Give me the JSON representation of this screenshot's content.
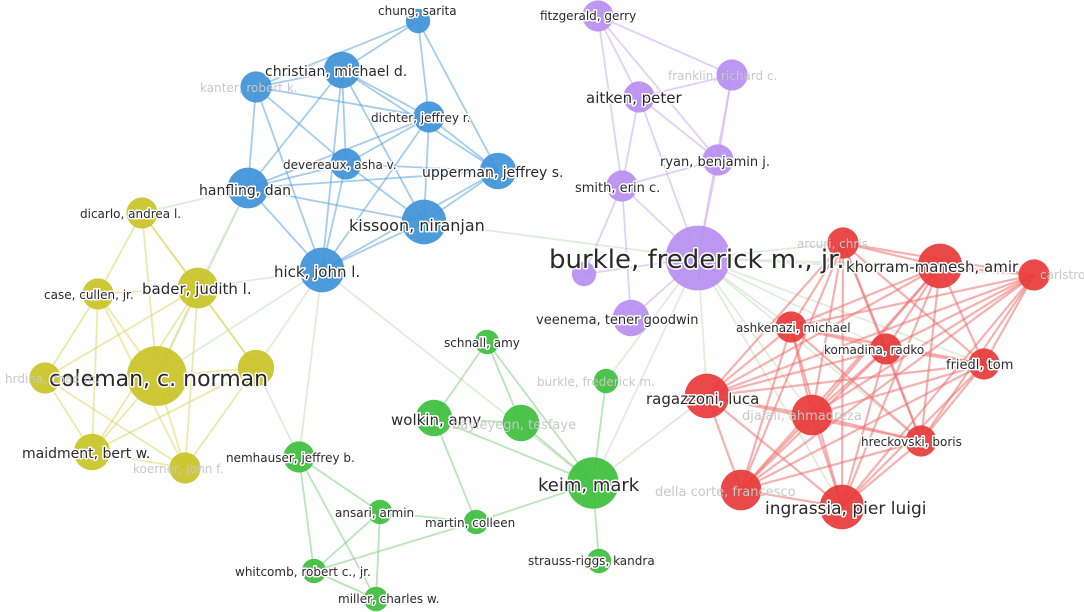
{
  "clusters": {
    "blue": {
      "node": "#3f93d8",
      "edge": "#5aa3e0"
    },
    "purple": {
      "node": "#b78ef0",
      "edge": "#c9a9f3"
    },
    "yellow": {
      "node": "#c9c326",
      "edge": "#dcd765"
    },
    "green": {
      "node": "#3dbf3d",
      "edge": "#7fd27f"
    },
    "red": {
      "node": "#e83a3a",
      "edge": "#ee6f6f"
    }
  },
  "label_colors": {
    "normal": "#2a2a2a",
    "faint": "#c8c8c8"
  },
  "nodes": [
    {
      "id": "chung",
      "label": "chung, sarita",
      "cluster": "blue",
      "weight": 1
    },
    {
      "id": "christian",
      "label": "christian, michael d.",
      "cluster": "blue",
      "weight": 3
    },
    {
      "id": "kanter",
      "label": "kanter, robert k.",
      "cluster": "blue",
      "weight": 2,
      "faint": true
    },
    {
      "id": "dichter",
      "label": "dichter, jeffrey r.",
      "cluster": "blue",
      "weight": 2
    },
    {
      "id": "devereaux",
      "label": "devereaux, asha v.",
      "cluster": "blue",
      "weight": 2
    },
    {
      "id": "upperman",
      "label": "upperman, jeffrey s.",
      "cluster": "blue",
      "weight": 3
    },
    {
      "id": "hanfling",
      "label": "hanfling, dan",
      "cluster": "blue",
      "weight": 4
    },
    {
      "id": "kissoon",
      "label": "kissoon, niranjan",
      "cluster": "blue",
      "weight": 5
    },
    {
      "id": "hick",
      "label": "hick, john l.",
      "cluster": "blue",
      "weight": 5
    },
    {
      "id": "fitzgerald",
      "label": "fitzgerald, gerry",
      "cluster": "purple",
      "weight": 2
    },
    {
      "id": "franklin",
      "label": "franklin, richard c.",
      "cluster": "purple",
      "weight": 2,
      "faint": true
    },
    {
      "id": "aitken",
      "label": "aitken, peter",
      "cluster": "purple",
      "weight": 2
    },
    {
      "id": "ryan",
      "label": "ryan, benjamin j.",
      "cluster": "purple",
      "weight": 2
    },
    {
      "id": "smith",
      "label": "smith, erin c.",
      "cluster": "purple",
      "weight": 2
    },
    {
      "id": "burkle",
      "label": "burkle, frederick m., jr.",
      "cluster": "purple",
      "weight": 12
    },
    {
      "id": "veenema",
      "label": "veenema, tener goodwin",
      "cluster": "purple",
      "weight": 3
    },
    {
      "id": "purple_small",
      "label": "",
      "cluster": "purple",
      "weight": 1
    },
    {
      "id": "dicarlo",
      "label": "dicarlo, andrea l.",
      "cluster": "yellow",
      "weight": 2
    },
    {
      "id": "case",
      "label": "case, cullen, jr.",
      "cluster": "yellow",
      "weight": 2
    },
    {
      "id": "bader",
      "label": "bader, judith l.",
      "cluster": "yellow",
      "weight": 4
    },
    {
      "id": "coleman",
      "label": "coleman, c. norman",
      "cluster": "yellow",
      "weight": 10
    },
    {
      "id": "hrdina",
      "label": "hrdina, chad m.",
      "cluster": "yellow",
      "weight": 2,
      "faint": true
    },
    {
      "id": "maidment",
      "label": "maidment, bert w.",
      "cluster": "yellow",
      "weight": 3
    },
    {
      "id": "koerner",
      "label": "koerner, john f.",
      "cluster": "yellow",
      "weight": 2,
      "faint": true
    },
    {
      "id": "yellow_small",
      "label": "",
      "cluster": "yellow",
      "weight": 3
    },
    {
      "id": "schnall",
      "label": "schnall, amy",
      "cluster": "green",
      "weight": 1
    },
    {
      "id": "burkle_m",
      "label": "burkle, frederick m.",
      "cluster": "green",
      "weight": 1,
      "faint": true
    },
    {
      "id": "wolkin",
      "label": "wolkin, amy",
      "cluster": "green",
      "weight": 3
    },
    {
      "id": "bayleyegn",
      "label": "bayleyegn, tesfaye",
      "cluster": "green",
      "weight": 3,
      "faint": true
    },
    {
      "id": "nemhauser",
      "label": "nemhauser, jeffrey b.",
      "cluster": "green",
      "weight": 2
    },
    {
      "id": "keim",
      "label": "keim, mark",
      "cluster": "green",
      "weight": 7
    },
    {
      "id": "ansari",
      "label": "ansari, armin",
      "cluster": "green",
      "weight": 1
    },
    {
      "id": "martin",
      "label": "martin, colleen",
      "cluster": "green",
      "weight": 1
    },
    {
      "id": "whitcomb",
      "label": "whitcomb, robert c., jr.",
      "cluster": "green",
      "weight": 1
    },
    {
      "id": "strauss",
      "label": "strauss-riggs, kandra",
      "cluster": "green",
      "weight": 1
    },
    {
      "id": "miller",
      "label": "miller, charles w.",
      "cluster": "green",
      "weight": 1
    },
    {
      "id": "arcuri",
      "label": "arcuri, chris",
      "cluster": "red",
      "weight": 2,
      "faint": true
    },
    {
      "id": "khorram",
      "label": "khorram-manesh, amir",
      "cluster": "red",
      "weight": 5
    },
    {
      "id": "carlstrom",
      "label": "carlstrom, eric",
      "cluster": "red",
      "weight": 2,
      "faint": true
    },
    {
      "id": "ashkenazi",
      "label": "ashkenazi, michael",
      "cluster": "red",
      "weight": 2
    },
    {
      "id": "komadina",
      "label": "komadina, radko",
      "cluster": "red",
      "weight": 2
    },
    {
      "id": "friedl",
      "label": "friedl, tom",
      "cluster": "red",
      "weight": 2
    },
    {
      "id": "ragazzoni",
      "label": "ragazzoni, luca",
      "cluster": "red",
      "weight": 5
    },
    {
      "id": "djalali",
      "label": "djalali, ahmadreza",
      "cluster": "red",
      "weight": 4,
      "faint": true
    },
    {
      "id": "hreckovski",
      "label": "hreckovski, boris",
      "cluster": "red",
      "weight": 2
    },
    {
      "id": "della",
      "label": "della corte, francesco",
      "cluster": "red",
      "weight": 4,
      "faint": true
    },
    {
      "id": "ingrassia",
      "label": "ingrassia, pier luigi",
      "cluster": "red",
      "weight": 5
    }
  ],
  "edges": [
    [
      "chung",
      "christian"
    ],
    [
      "chung",
      "dichter"
    ],
    [
      "chung",
      "kanter"
    ],
    [
      "chung",
      "upperman"
    ],
    [
      "christian",
      "kanter"
    ],
    [
      "christian",
      "dichter"
    ],
    [
      "christian",
      "devereaux"
    ],
    [
      "christian",
      "upperman"
    ],
    [
      "christian",
      "hanfling"
    ],
    [
      "christian",
      "kissoon"
    ],
    [
      "christian",
      "hick"
    ],
    [
      "kanter",
      "hanfling"
    ],
    [
      "kanter",
      "dichter"
    ],
    [
      "kanter",
      "hick"
    ],
    [
      "kanter",
      "devereaux"
    ],
    [
      "dichter",
      "devereaux"
    ],
    [
      "dichter",
      "upperman"
    ],
    [
      "dichter",
      "hanfling"
    ],
    [
      "dichter",
      "kissoon"
    ],
    [
      "dichter",
      "hick"
    ],
    [
      "devereaux",
      "upperman"
    ],
    [
      "devereaux",
      "hanfling"
    ],
    [
      "devereaux",
      "kissoon"
    ],
    [
      "devereaux",
      "hick"
    ],
    [
      "upperman",
      "hanfling"
    ],
    [
      "upperman",
      "kissoon"
    ],
    [
      "upperman",
      "hick"
    ],
    [
      "hanfling",
      "kissoon"
    ],
    [
      "hanfling",
      "hick"
    ],
    [
      "kissoon",
      "hick"
    ],
    [
      "hanfling",
      "bader"
    ],
    [
      "hanfling",
      "coleman"
    ],
    [
      "hanfling",
      "dicarlo"
    ],
    [
      "hick",
      "bader"
    ],
    [
      "hick",
      "coleman"
    ],
    [
      "hick",
      "yellow_small"
    ],
    [
      "hick",
      "nemhauser"
    ],
    [
      "hick",
      "keim"
    ],
    [
      "kissoon",
      "burkle"
    ],
    [
      "fitzgerald",
      "aitken"
    ],
    [
      "fitzgerald",
      "ryan"
    ],
    [
      "fitzgerald",
      "franklin"
    ],
    [
      "fitzgerald",
      "smith"
    ],
    [
      "franklin",
      "aitken"
    ],
    [
      "franklin",
      "ryan"
    ],
    [
      "franklin",
      "burkle"
    ],
    [
      "aitken",
      "ryan"
    ],
    [
      "aitken",
      "smith"
    ],
    [
      "aitken",
      "burkle"
    ],
    [
      "ryan",
      "smith"
    ],
    [
      "ryan",
      "burkle"
    ],
    [
      "smith",
      "burkle"
    ],
    [
      "smith",
      "purple_small"
    ],
    [
      "smith",
      "veenema"
    ],
    [
      "burkle",
      "veenema"
    ],
    [
      "burkle",
      "purple_small"
    ],
    [
      "burkle",
      "keim"
    ],
    [
      "burkle",
      "burkle_m"
    ],
    [
      "burkle",
      "khorram"
    ],
    [
      "burkle",
      "arcuri"
    ],
    [
      "burkle",
      "ashkenazi"
    ],
    [
      "burkle",
      "ragazzoni"
    ],
    [
      "burkle",
      "djalali"
    ],
    [
      "burkle",
      "carlstrom"
    ],
    [
      "burkle",
      "komadina"
    ],
    [
      "burkle",
      "friedl"
    ],
    [
      "burkle",
      "ingrassia"
    ],
    [
      "burkle",
      "hreckovski"
    ],
    [
      "dicarlo",
      "bader"
    ],
    [
      "dicarlo",
      "coleman"
    ],
    [
      "dicarlo",
      "case"
    ],
    [
      "dicarlo",
      "yellow_small"
    ],
    [
      "case",
      "bader"
    ],
    [
      "case",
      "coleman"
    ],
    [
      "case",
      "hrdina"
    ],
    [
      "case",
      "maidment"
    ],
    [
      "case",
      "koerner"
    ],
    [
      "bader",
      "coleman"
    ],
    [
      "bader",
      "hrdina"
    ],
    [
      "bader",
      "maidment"
    ],
    [
      "bader",
      "koerner"
    ],
    [
      "bader",
      "yellow_small"
    ],
    [
      "coleman",
      "hrdina"
    ],
    [
      "coleman",
      "maidment"
    ],
    [
      "coleman",
      "koerner"
    ],
    [
      "coleman",
      "yellow_small"
    ],
    [
      "hrdina",
      "maidment"
    ],
    [
      "hrdina",
      "koerner"
    ],
    [
      "maidment",
      "koerner"
    ],
    [
      "maidment",
      "yellow_small"
    ],
    [
      "koerner",
      "yellow_small"
    ],
    [
      "yellow_small",
      "nemhauser"
    ],
    [
      "schnall",
      "wolkin"
    ],
    [
      "schnall",
      "bayleyegn"
    ],
    [
      "schnall",
      "keim"
    ],
    [
      "wolkin",
      "bayleyegn"
    ],
    [
      "wolkin",
      "keim"
    ],
    [
      "wolkin",
      "martin"
    ],
    [
      "bayleyegn",
      "keim"
    ],
    [
      "burkle_m",
      "keim"
    ],
    [
      "keim",
      "strauss"
    ],
    [
      "keim",
      "martin"
    ],
    [
      "keim",
      "ragazzoni"
    ],
    [
      "nemhauser",
      "ansari"
    ],
    [
      "nemhauser",
      "whitcomb"
    ],
    [
      "nemhauser",
      "miller"
    ],
    [
      "ansari",
      "whitcomb"
    ],
    [
      "ansari",
      "miller"
    ],
    [
      "ansari",
      "martin"
    ],
    [
      "whitcomb",
      "miller"
    ],
    [
      "whitcomb",
      "martin"
    ],
    [
      "arcuri",
      "khorram"
    ],
    [
      "arcuri",
      "carlstrom"
    ],
    [
      "arcuri",
      "ashkenazi"
    ],
    [
      "arcuri",
      "komadina"
    ],
    [
      "arcuri",
      "friedl"
    ],
    [
      "arcuri",
      "ragazzoni"
    ],
    [
      "arcuri",
      "djalali"
    ],
    [
      "arcuri",
      "hreckovski"
    ],
    [
      "arcuri",
      "della"
    ],
    [
      "arcuri",
      "ingrassia"
    ],
    [
      "khorram",
      "carlstrom"
    ],
    [
      "khorram",
      "ashkenazi"
    ],
    [
      "khorram",
      "komadina"
    ],
    [
      "khorram",
      "friedl"
    ],
    [
      "khorram",
      "ragazzoni"
    ],
    [
      "khorram",
      "djalali"
    ],
    [
      "khorram",
      "hreckovski"
    ],
    [
      "khorram",
      "della"
    ],
    [
      "khorram",
      "ingrassia"
    ],
    [
      "carlstrom",
      "ashkenazi"
    ],
    [
      "carlstrom",
      "komadina"
    ],
    [
      "carlstrom",
      "friedl"
    ],
    [
      "carlstrom",
      "ragazzoni"
    ],
    [
      "carlstrom",
      "djalali"
    ],
    [
      "carlstrom",
      "hreckovski"
    ],
    [
      "carlstrom",
      "della"
    ],
    [
      "carlstrom",
      "ingrassia"
    ],
    [
      "ashkenazi",
      "komadina"
    ],
    [
      "ashkenazi",
      "friedl"
    ],
    [
      "ashkenazi",
      "ragazzoni"
    ],
    [
      "ashkenazi",
      "djalali"
    ],
    [
      "ashkenazi",
      "hreckovski"
    ],
    [
      "ashkenazi",
      "della"
    ],
    [
      "ashkenazi",
      "ingrassia"
    ],
    [
      "komadina",
      "friedl"
    ],
    [
      "komadina",
      "ragazzoni"
    ],
    [
      "komadina",
      "djalali"
    ],
    [
      "komadina",
      "hreckovski"
    ],
    [
      "komadina",
      "della"
    ],
    [
      "komadina",
      "ingrassia"
    ],
    [
      "friedl",
      "ragazzoni"
    ],
    [
      "friedl",
      "djalali"
    ],
    [
      "friedl",
      "hreckovski"
    ],
    [
      "friedl",
      "della"
    ],
    [
      "friedl",
      "ingrassia"
    ],
    [
      "ragazzoni",
      "djalali"
    ],
    [
      "ragazzoni",
      "hreckovski"
    ],
    [
      "ragazzoni",
      "della"
    ],
    [
      "ragazzoni",
      "ingrassia"
    ],
    [
      "djalali",
      "hreckovski"
    ],
    [
      "djalali",
      "della"
    ],
    [
      "djalali",
      "ingrassia"
    ],
    [
      "hreckovski",
      "della"
    ],
    [
      "hreckovski",
      "ingrassia"
    ],
    [
      "della",
      "ingrassia"
    ]
  ]
}
